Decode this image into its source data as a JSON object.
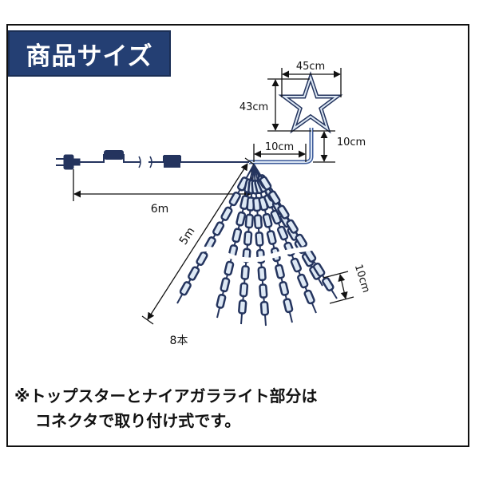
{
  "title": "商品サイズ",
  "labels": {
    "star_width": "45cm",
    "star_height": "43cm",
    "star_gap": "10cm",
    "star_stem": "10cm",
    "cord_length": "6m",
    "strand_length": "5m",
    "strand_spacing": "10cm",
    "strand_count": "8本"
  },
  "note": {
    "line1": "※トップスターとナイアガラライト部分は",
    "line2": "コネクタで取り付け式です。"
  },
  "colors": {
    "title_bg": "#243f73",
    "diagram_navy": "#24345e",
    "bulb_fill": "#dde8f4"
  },
  "icons": {
    "plug": "power-plug-icon",
    "star": "star-outline-icon",
    "switch": "controller-box-icon"
  }
}
